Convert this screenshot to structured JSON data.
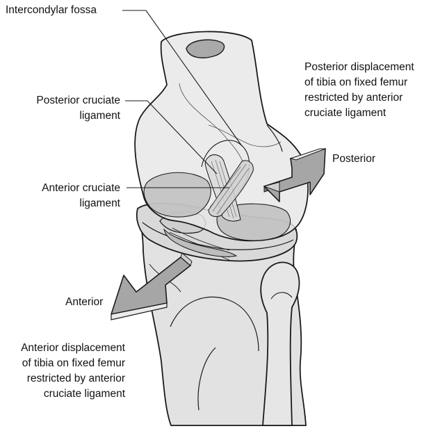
{
  "labels": {
    "intercondylar_fossa": "Intercondylar fossa",
    "posterior_cruciate": {
      "line1": "Posterior cruciate",
      "line2": "ligament"
    },
    "anterior_cruciate": {
      "line1": "Anterior cruciate",
      "line2": "ligament"
    },
    "posterior_displacement": {
      "line1": "Posterior displacement",
      "line2": "of tibia on fixed femur",
      "line3": "restricted by anterior",
      "line4": "cruciate ligament"
    },
    "posterior": "Posterior",
    "anterior": "Anterior",
    "anterior_displacement": {
      "line1": "Anterior displacement",
      "line2": "of tibia on fixed femur",
      "line3": "restricted by anterior",
      "line4": "cruciate ligament"
    }
  },
  "colors": {
    "bone_fill": "#e4e4e4",
    "bone_shade": "#cdcdcd",
    "outline": "#1a1a1a",
    "arrow_fill": "#a6a6a6",
    "arrow_face": "#ebebeb"
  }
}
